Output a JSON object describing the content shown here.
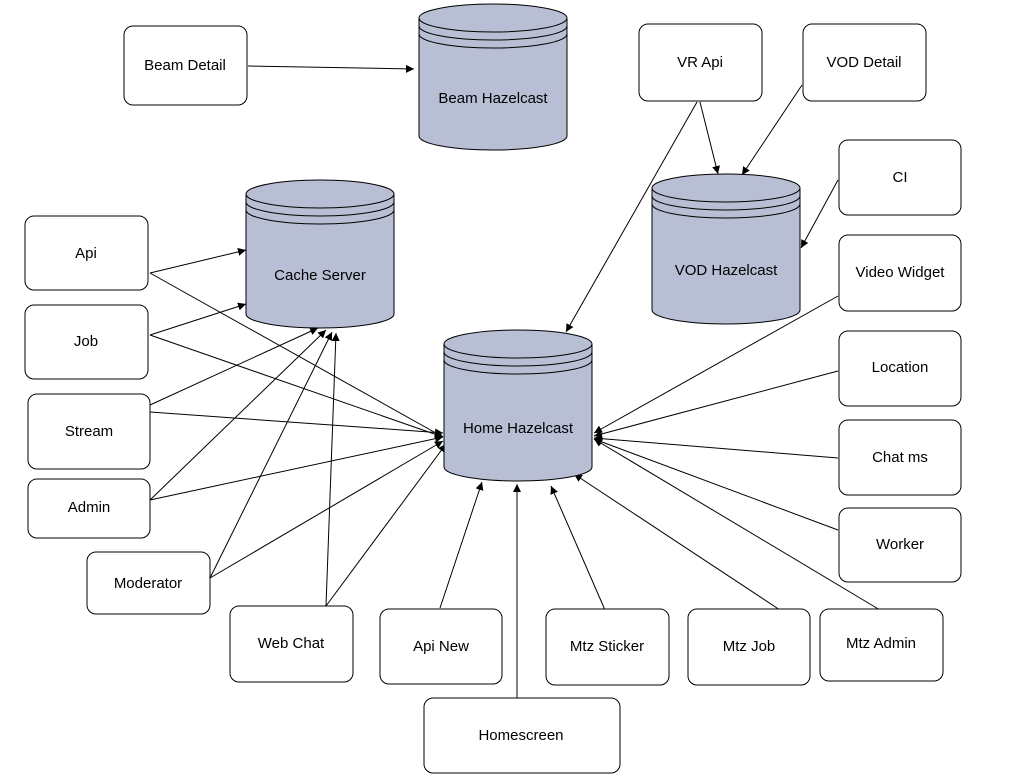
{
  "databases": {
    "beam_hazelcast": "Beam Hazelcast",
    "cache_server": "Cache Server",
    "vod_hazelcast": "VOD Hazelcast",
    "home_hazelcast": "Home Hazelcast"
  },
  "services": {
    "beam_detail": "Beam Detail",
    "vr_api": "VR Api",
    "vod_detail": "VOD Detail",
    "ci": "CI",
    "api": "Api",
    "job": "Job",
    "stream": "Stream",
    "admin": "Admin",
    "moderator": "Moderator",
    "web_chat": "Web Chat",
    "api_new": "Api New",
    "mtz_sticker": "Mtz Sticker",
    "mtz_job": "Mtz Job",
    "mtz_admin": "Mtz Admin",
    "homescreen": "Homescreen",
    "video_widget": "Video Widget",
    "location": "Location",
    "chat_ms": "Chat ms",
    "worker": "Worker"
  },
  "colors": {
    "database_fill": "#b8bed4",
    "stroke": "#000000",
    "background": "#ffffff"
  }
}
